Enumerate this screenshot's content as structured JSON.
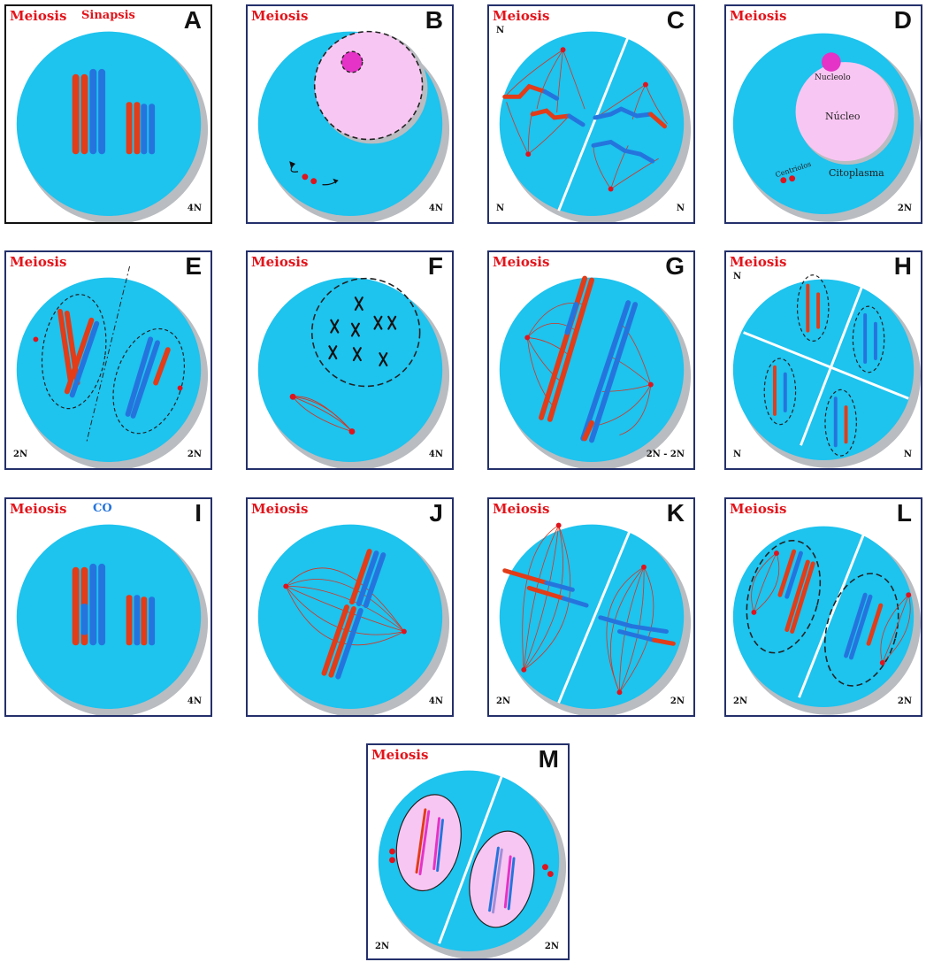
{
  "panels": [
    {
      "id": "A",
      "title": "Meiosis",
      "extra": "Sinapsis",
      "ploidy": "4N"
    },
    {
      "id": "B",
      "title": "Meiosis",
      "ploidy": "4N"
    },
    {
      "id": "C",
      "title": "Meiosis",
      "corner_n": [
        "N",
        "N",
        "N"
      ]
    },
    {
      "id": "D",
      "title": "Meiosis",
      "ploidy": "2N",
      "labels": {
        "nucleolo": "Nucleolo",
        "nucleo": "Núcleo",
        "centriolos": "Centriolos",
        "citoplasma": "Citoplasma"
      }
    },
    {
      "id": "E",
      "title": "Meiosis",
      "ploidy_left": "2N",
      "ploidy_right": "2N"
    },
    {
      "id": "F",
      "title": "Meiosis",
      "ploidy": "4N"
    },
    {
      "id": "G",
      "title": "Meiosis",
      "ploidy": "2N - 2N"
    },
    {
      "id": "H",
      "title": "Meiosis",
      "corner_n": [
        "N",
        "N",
        "N"
      ]
    },
    {
      "id": "I",
      "title": "Meiosis",
      "extra": "CO",
      "ploidy": "4N"
    },
    {
      "id": "J",
      "title": "Meiosis",
      "ploidy": "4N"
    },
    {
      "id": "K",
      "title": "Meiosis",
      "ploidy_left": "2N",
      "ploidy_right": "2N"
    },
    {
      "id": "L",
      "title": "Meiosis",
      "ploidy_left": "2N",
      "ploidy_right": "2N"
    },
    {
      "id": "M",
      "title": "Meiosis",
      "ploidy_left": "2N",
      "ploidy_right": "2N"
    }
  ],
  "colors": {
    "cell": "#1ec3ee",
    "shadow": "#b9bcc0",
    "nucleus": "#f8c6f2",
    "nucleolus": "#e433c6",
    "red": "#e23c18",
    "blue": "#2574dd",
    "spindle": "#d8331e",
    "centriole": "#e0141d",
    "frame": "#24306b",
    "title": "#e3141b",
    "co": "#2574dd"
  }
}
